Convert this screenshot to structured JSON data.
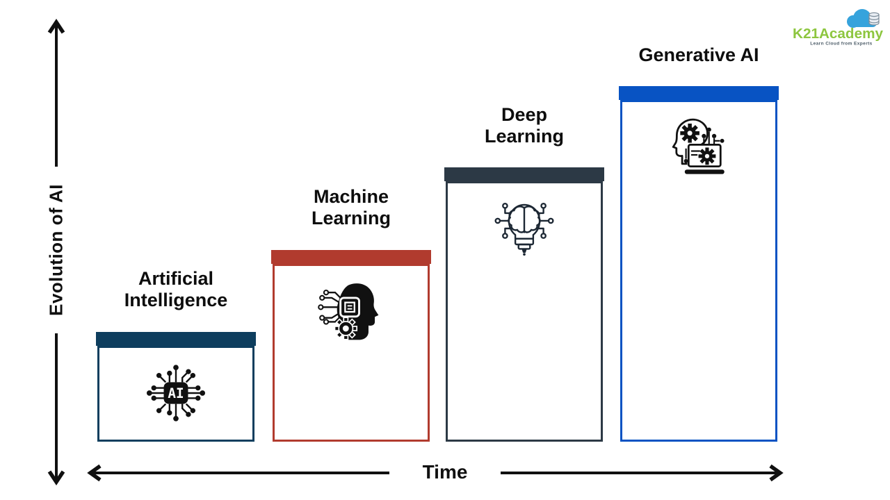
{
  "title": "Evolution of AI staircase diagram",
  "logo": {
    "name": "K21Academy",
    "tagline": "Learn Cloud from Experts",
    "text_color": "#8dc63f",
    "tagline_color": "#4a5a66",
    "cloud_color": "#36a3dc"
  },
  "axes": {
    "y_label": "Evolution of AI",
    "x_label": "Time",
    "color": "#101010"
  },
  "stages": [
    {
      "label": "Artificial Intelligence",
      "label_lines": [
        "Artificial",
        "Intelligence"
      ],
      "color": "#0e3e5e",
      "icon": "ai-chip-icon"
    },
    {
      "label": "Machine Learning",
      "label_lines": [
        "Machine",
        "Learning"
      ],
      "color": "#b13b2e",
      "icon": "circuit-head-icon"
    },
    {
      "label": "Deep Learning",
      "label_lines": [
        "Deep",
        "Learning"
      ],
      "color": "#2c3945",
      "icon": "brain-bulb-icon"
    },
    {
      "label": "Generative AI",
      "label_lines": [
        "Generative AI"
      ],
      "color": "#0853c3",
      "icon": "head-gears-laptop-icon"
    }
  ]
}
